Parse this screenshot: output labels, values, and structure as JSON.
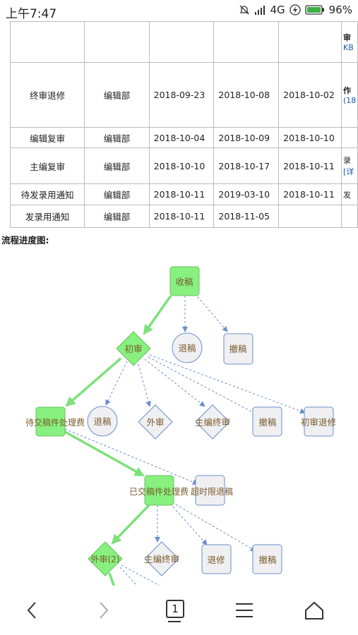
{
  "status": {
    "time": "上午7:47",
    "network": "4G",
    "battery": "96%"
  },
  "table": {
    "rows": [
      {
        "name": "",
        "dept": "",
        "d1": "",
        "d2": "",
        "d3": "",
        "extra1": "审",
        "extra2": "KB"
      },
      {
        "name": "终审退修",
        "dept": "编辑部",
        "d1": "2018-09-23",
        "d2": "2018-10-08",
        "d3": "2018-10-02",
        "extra1": "作",
        "extra2": "(18"
      },
      {
        "name": "编辑复审",
        "dept": "编辑部",
        "d1": "2018-10-04",
        "d2": "2018-10-09",
        "d3": "2018-10-10",
        "extra1": "",
        "extra2": ""
      },
      {
        "name": "主编复审",
        "dept": "编辑部",
        "d1": "2018-10-10",
        "d2": "2018-10-17",
        "d3": "2018-10-11",
        "extra1": "录",
        "extra2": "[详"
      },
      {
        "name": "待发录用通知",
        "dept": "编辑部",
        "d1": "2018-10-11",
        "d2": "2019-03-10",
        "d3": "2018-10-11",
        "extra1": "发",
        "extra2": ""
      },
      {
        "name": "发录用通知",
        "dept": "编辑部",
        "d1": "2018-10-11",
        "d2": "2018-11-05",
        "d3": "",
        "extra1": "",
        "extra2": ""
      }
    ]
  },
  "flow": {
    "label": "流程进度图:",
    "nodes": {
      "shougao": "收稿",
      "chushen": "初审",
      "tuigao1": "退稿",
      "chegao1": "撤稿",
      "daijiao": "待交稿件处理费",
      "tuigao2": "退稿",
      "waishen1": "外审",
      "zhubian_zhongshen": "主编终审",
      "chegao2": "撤稿",
      "chushen_tuixiu": "初审退修",
      "yijiao": "已交稿件处理费",
      "chaoshi_tuigao": "超时限退稿",
      "waishen2": "外审(2)",
      "zhubian_zhongshen2": "主编终审",
      "tuixiu": "退修",
      "chegao3": "撤稿"
    }
  },
  "nav": {
    "tab_count": "1"
  }
}
